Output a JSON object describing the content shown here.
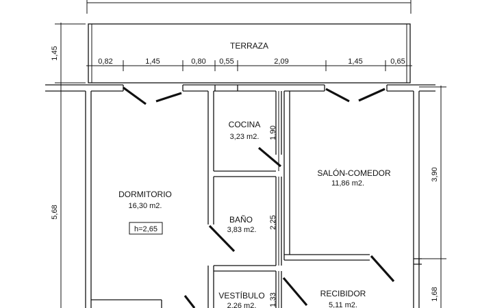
{
  "plan": {
    "terrace_label": "TERRAZA",
    "rooms": [
      {
        "id": "dormitorio",
        "name": "DORMITORIO",
        "area": "16,30 m2."
      },
      {
        "id": "cocina",
        "name": "COCINA",
        "area": "3,23 m2."
      },
      {
        "id": "bano",
        "name": "BAÑO",
        "area": "3,83 m2."
      },
      {
        "id": "salon",
        "name": "SALÓN-COMEDOR",
        "area": "11,86 m2."
      },
      {
        "id": "vestibulo",
        "name": "VESTÍBULO",
        "area": "2,26 m2."
      },
      {
        "id": "recibidor",
        "name": "RECIBIDOR",
        "area": "5,11 m2."
      }
    ],
    "ceiling_height": "h=2,65",
    "dimensions": {
      "terrace_segments": [
        "0,82",
        "1,45",
        "0,80",
        "0,55",
        "2,09",
        "1,45",
        "0,65"
      ],
      "terrace_depth": "1,45",
      "left_height": "5,68",
      "kitchen_height": "1,90",
      "bath_height": "2,25",
      "vest_height": "1,33",
      "right_upper": "3,90",
      "right_lower": "1,68"
    }
  }
}
